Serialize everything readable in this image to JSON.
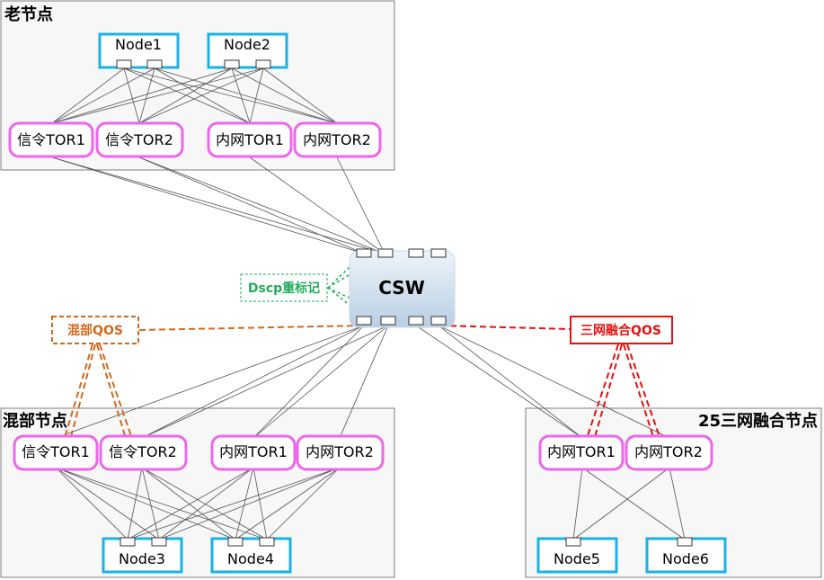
{
  "groups": {
    "old": {
      "title": "老节点"
    },
    "mixed": {
      "title": "混部节点"
    },
    "fusion": {
      "title": "25三网融合节点"
    }
  },
  "nodes": {
    "node1": "Node1",
    "node2": "Node2",
    "node3": "Node3",
    "node4": "Node4",
    "node5": "Node5",
    "node6": "Node6"
  },
  "tors": {
    "signal_tor1": "信令TOR1",
    "signal_tor2": "信令TOR2",
    "intranet_tor1": "内网TOR1",
    "intranet_tor2": "内网TOR2"
  },
  "switch": {
    "label": "CSW"
  },
  "annotations": {
    "dscp": "Dscp重标记",
    "mixed_qos": "混部QOS",
    "fusion_qos": "三网融合QOS"
  },
  "colors": {
    "node_border": "#1ab2e8",
    "tor_border": "#ee66ee",
    "dscp": "#1fae5a",
    "mixed_qos": "#d2691e",
    "fusion_qos": "#e81010"
  }
}
